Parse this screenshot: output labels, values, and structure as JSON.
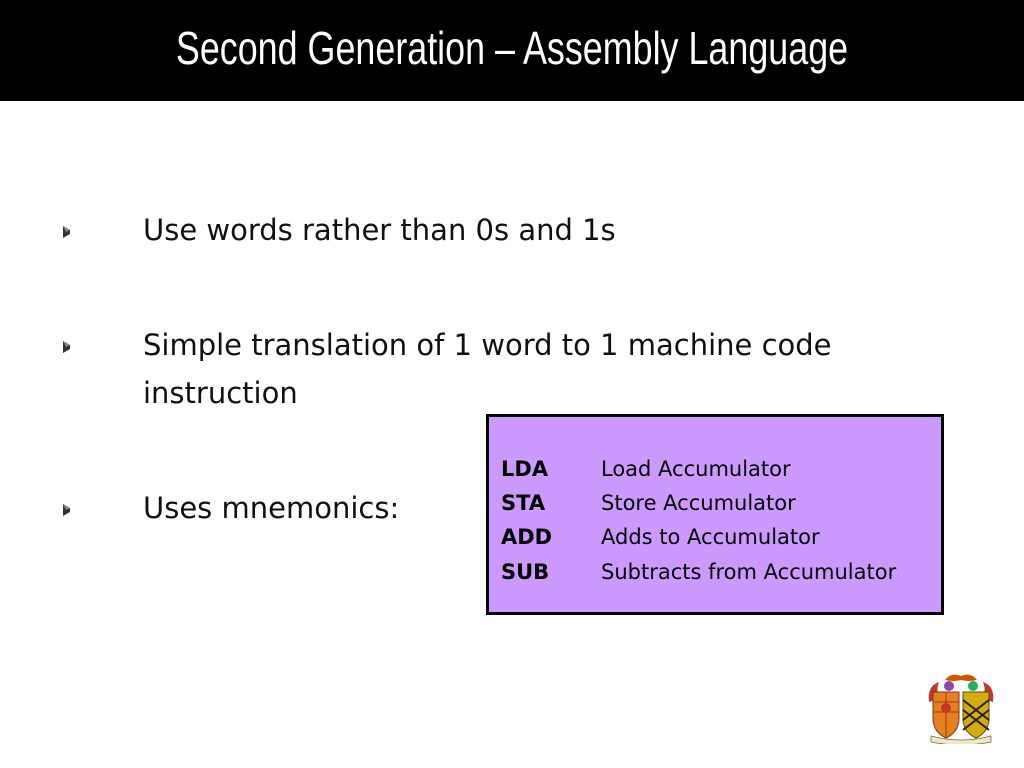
{
  "slide": {
    "title": "Second Generation – Assembly Language",
    "bullets": [
      {
        "lines": [
          "Use words rather than 0s and 1s"
        ]
      },
      {
        "lines": [
          "Simple translation of 1 word to 1 machine code",
          "instruction"
        ]
      },
      {
        "lines": [
          "Uses mnemonics:"
        ]
      }
    ],
    "mnemonics": [
      {
        "code": "LDA",
        "description": "Load Accumulator"
      },
      {
        "code": "STA",
        "description": "Store Accumulator"
      },
      {
        "code": "ADD",
        "description": "Adds to Accumulator"
      },
      {
        "code": "SUB",
        "description": "Subtracts from Accumulator"
      }
    ]
  },
  "icons": {
    "bullet": "bullet-icon",
    "crest": "school-crest-icon"
  },
  "colors": {
    "title_bar": "#000000",
    "title_text": "#ffffff",
    "box_fill": "#cc99ff",
    "box_border": "#000000"
  }
}
